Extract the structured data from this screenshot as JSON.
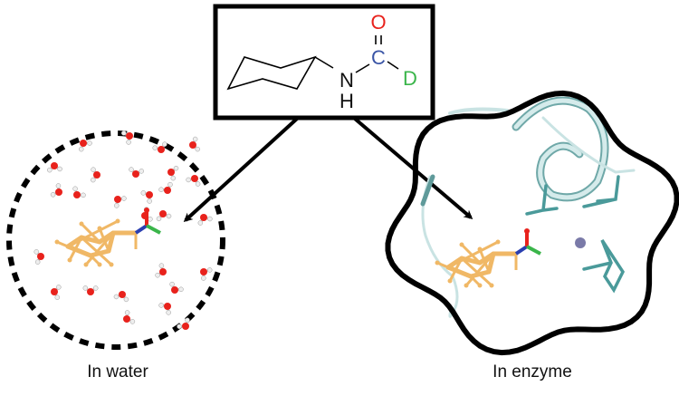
{
  "molecule": {
    "atom_n": "N",
    "atom_h": "H",
    "atom_c": "C",
    "atom_o": "O",
    "atom_d": "D"
  },
  "labels": {
    "water": "In water",
    "enzyme": "In enzyme"
  },
  "colors": {
    "oxygen": "#e8221c",
    "carbon_label": "#3a55a6",
    "deuterium": "#3ab54a",
    "ligand": "#f0b866",
    "protein": "#4a9a9a",
    "ribbon": "#c9e3e3",
    "metal": "#7a7aa8"
  }
}
